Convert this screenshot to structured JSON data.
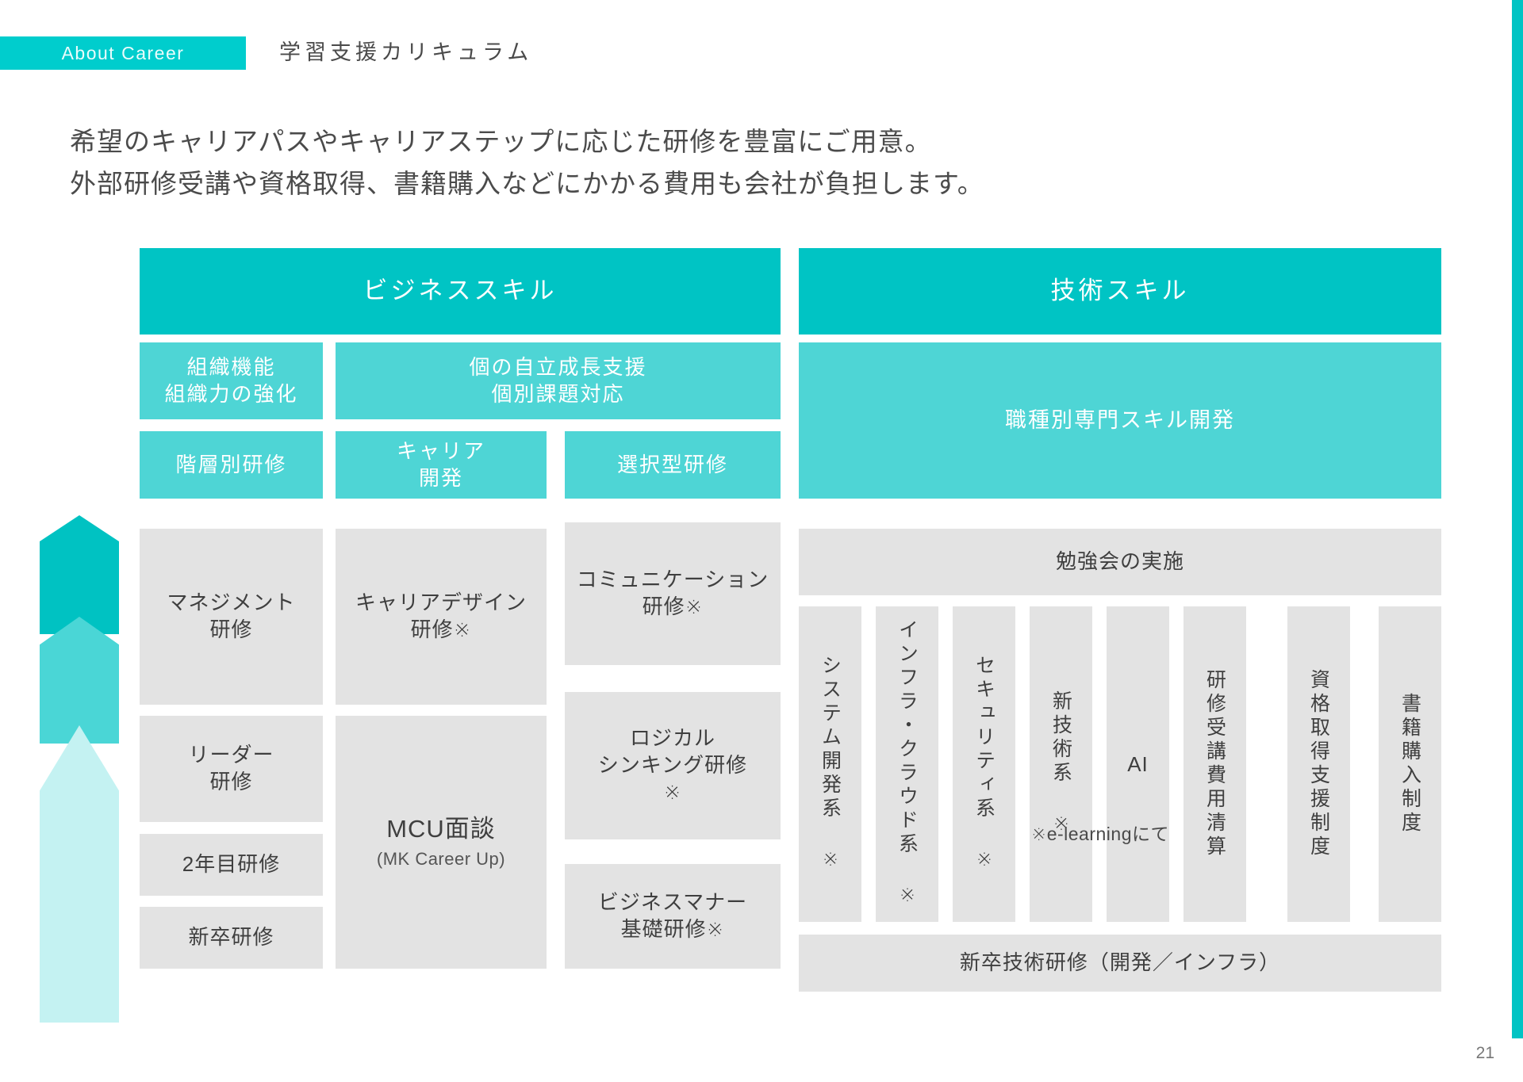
{
  "header": {
    "badge": "About Career",
    "title": "学習支援カリキュラム"
  },
  "lead": {
    "line1": "希望のキャリアパスやキャリアステップに応じた研修を豊富にご用意。",
    "line2": "外部研修受講や資格取得、書籍購入などにかかる費用も会社が負担します。"
  },
  "colors": {
    "accent_dark": "#00c4c4",
    "accent_mid": "#4ed5d5",
    "accent_light": "#c4f2f2",
    "box_gray": "#e3e3e3"
  },
  "business": {
    "title": "ビジネススキル",
    "groups": [
      {
        "label": "組織機能\n組織力の強化"
      },
      {
        "label": "個の自立成長支援\n個別課題対応"
      }
    ],
    "group1_line1": "組織機能",
    "group1_line2": "組織力の強化",
    "group2_line1": "個の自立成長支援",
    "group2_line2": "個別課題対応",
    "subheaders": [
      "階層別研修",
      "キャリア\n開発",
      "選択型研修"
    ],
    "sub1": "階層別研修",
    "sub2_line1": "キャリア",
    "sub2_line2": "開発",
    "sub3": "選択型研修",
    "col1": [
      {
        "line1": "マネジメント",
        "line2": "研修"
      },
      {
        "line1": "リーダー",
        "line2": "研修"
      },
      {
        "line1": "2年目研修",
        "line2": ""
      },
      {
        "line1": "新卒研修",
        "line2": ""
      }
    ],
    "col2": [
      {
        "line1": "キャリアデザイン",
        "line2": "研修※"
      }
    ],
    "mcu": {
      "main": "MCU面談",
      "sub": "(MK Career Up)"
    },
    "col3": [
      {
        "line1": "コミュニケーション",
        "line2": "研修※",
        "line3": ""
      },
      {
        "line1": "ロジカル",
        "line2": "シンキング研修",
        "line3": "※"
      },
      {
        "line1": "ビジネスマナー",
        "line2": "基礎研修※",
        "line3": ""
      }
    ]
  },
  "tech": {
    "title": "技術スキル",
    "specialty": "職種別専門スキル開発",
    "study": "勉強会の実施",
    "verticals": [
      "システム開発系　※",
      "インフラ・クラウド系　※",
      "セキュリティ系　※",
      "新技術系　※",
      "AI",
      "研修受講費用清算",
      "資格取得支援制度",
      "書籍購入制度"
    ],
    "v1": "システム開発系 ※",
    "v2": "インフラ・クラウド系 ※",
    "v3": "セキュリティ系 ※",
    "v4": "新技術系 ※",
    "v5": "AI",
    "v6": "研修受講費用清算",
    "v7": "資格取得支援制度",
    "v8": "書籍購入制度",
    "newgrad": "新卒技術研修（開発／インフラ）"
  },
  "footer": {
    "footnote": "※e-learningにて",
    "page": "21"
  }
}
